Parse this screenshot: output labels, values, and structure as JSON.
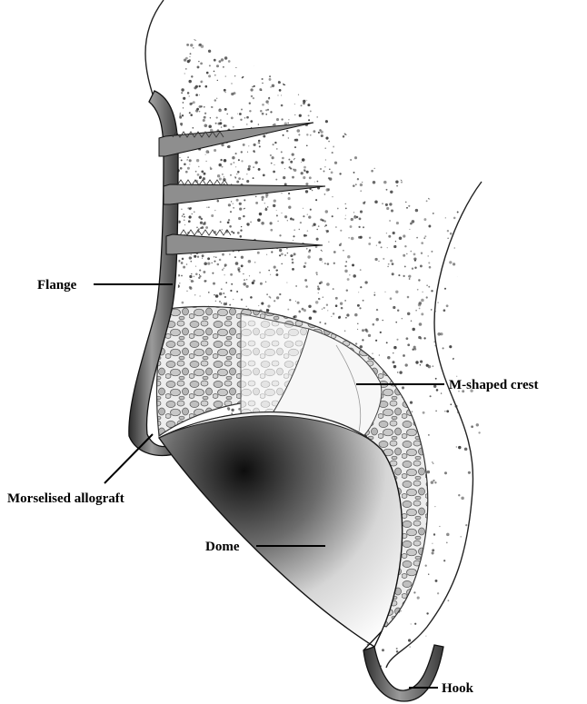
{
  "labels": {
    "flange": "Flange",
    "m_crest": "M-shaped crest",
    "morselised": "Morselised allograft",
    "dome": "Dome",
    "hook": "Hook"
  },
  "colors": {
    "ink": "#000000",
    "metal_dark": "#4a4a4a",
    "metal_light": "#c9c9c9",
    "bone_speckle": "#3a3a3a",
    "graft_fill": "#d8d8d8",
    "crest_fill": "#f4f4f4"
  },
  "icons": {
    "screw": "screw-icon"
  }
}
